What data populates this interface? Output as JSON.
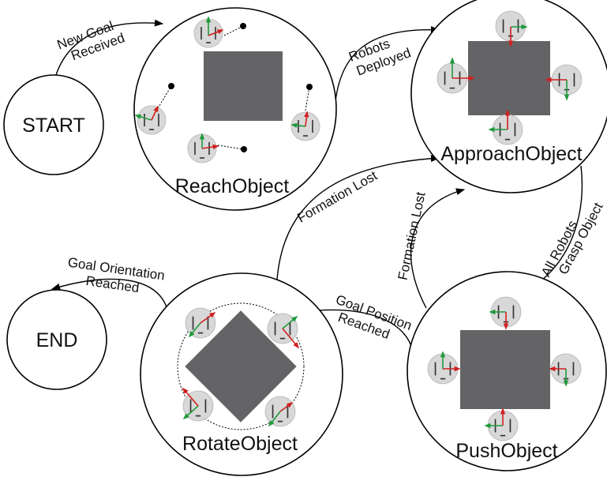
{
  "states": {
    "start": "START",
    "end": "END",
    "reach": "ReachObject",
    "approach": "ApproachObject",
    "push": "PushObject",
    "rotate": "RotateObject"
  },
  "transitions": {
    "new_goal": [
      "New Goal",
      "Received"
    ],
    "robots_deployed": [
      "Robots",
      "Deployed"
    ],
    "all_robots_grasp": [
      "All Robots",
      "Grasp Object"
    ],
    "goal_position": [
      "Goal Position",
      "Reached"
    ],
    "goal_orientation": [
      "Goal Orientation",
      "Reached"
    ],
    "formation_lost_approach": "Formation Lost",
    "formation_lost_rotate": "Formation Lost"
  },
  "colors": {
    "object": "#646466",
    "robot": "#d8d8d8",
    "x_axis": "#d01f1f",
    "y_axis": "#1f9a3a"
  }
}
